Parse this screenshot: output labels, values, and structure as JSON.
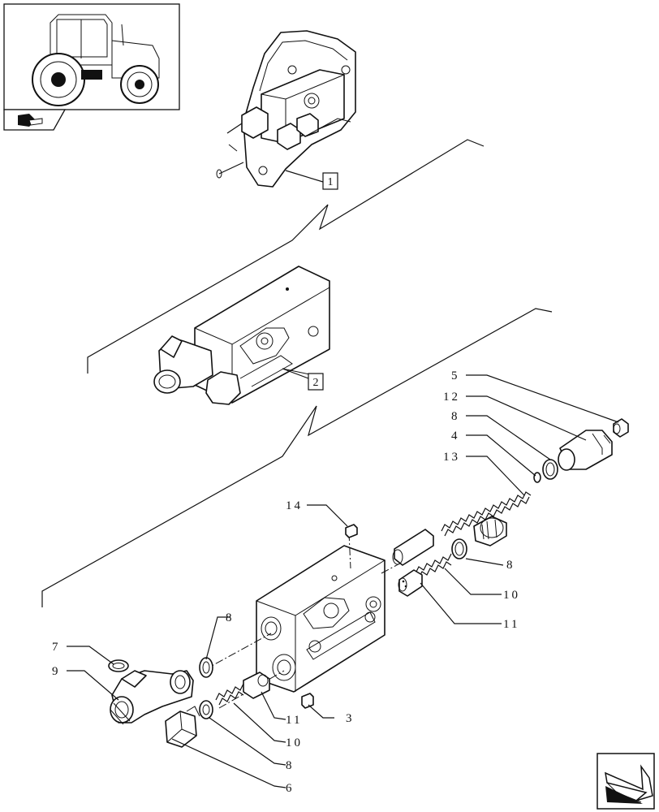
{
  "reference_boxes": [
    "1",
    "2"
  ],
  "callouts": {
    "c5": "5",
    "c12": "12",
    "c8a": "8",
    "c4": "4",
    "c13": "13",
    "c14": "14",
    "c8b": "8",
    "c10a": "10",
    "c11a": "11",
    "c8c": "8",
    "c7": "7",
    "c9": "9",
    "c11b": "11",
    "c3": "3",
    "c10b": "10",
    "c8d": "8",
    "c6": "6"
  },
  "icons": {
    "thumbnail": "tractor-locator-icon",
    "thumb_tab": "page-flip-tab-icon",
    "nav": "next-page-arrow-icon"
  },
  "colors": {
    "ink": "#111111",
    "paper": "#ffffff"
  }
}
